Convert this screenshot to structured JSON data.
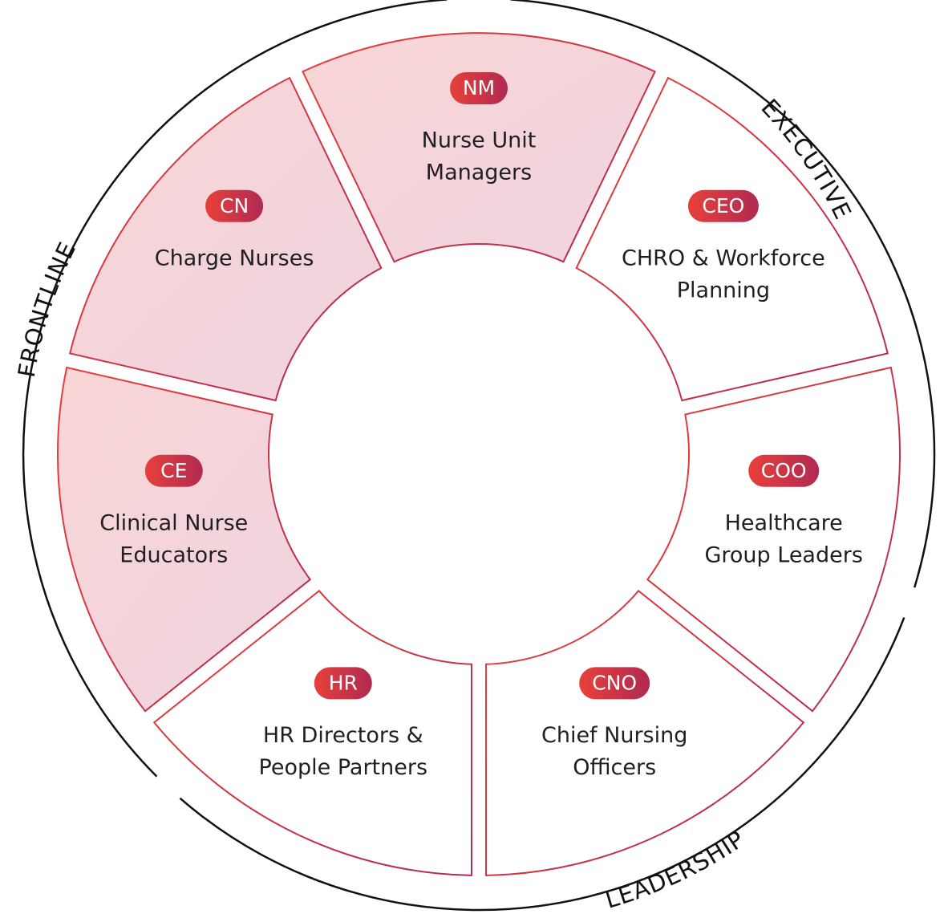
{
  "segments": [
    {
      "id": "nm",
      "abbr": "NM",
      "label_lines": [
        "Nurse Unit",
        "Managers"
      ],
      "highlight": true
    },
    {
      "id": "ceo",
      "abbr": "CEO",
      "label_lines": [
        "CHRO & Workforce",
        "Planning"
      ],
      "highlight": false
    },
    {
      "id": "coo",
      "abbr": "COO",
      "label_lines": [
        "Healthcare",
        "Group Leaders"
      ],
      "highlight": false
    },
    {
      "id": "cno",
      "abbr": "CNO",
      "label_lines": [
        "Chief Nursing",
        "Officers"
      ],
      "highlight": false
    },
    {
      "id": "hr",
      "abbr": "HR",
      "label_lines": [
        "HR Directors &",
        "People Partners"
      ],
      "highlight": false
    },
    {
      "id": "ce",
      "abbr": "CE",
      "label_lines": [
        "Clinical Nurse",
        "Educators"
      ],
      "highlight": true
    },
    {
      "id": "cn",
      "abbr": "CN",
      "label_lines": [
        "Charge Nurses"
      ],
      "highlight": true
    }
  ],
  "groups": [
    {
      "id": "executive",
      "label": "EXECUTIVE"
    },
    {
      "id": "leadership",
      "label": "LEADERSHIP"
    },
    {
      "id": "frontline",
      "label": "FRONTLINE"
    }
  ],
  "colors": {
    "accent_start": "#e8403a",
    "accent_end": "#b02a52",
    "highlight_fill_start": "#f9d6d6",
    "highlight_fill_end": "#efd3df",
    "outer_ring": "#111111",
    "segment_text": "#1f1f24",
    "badge_text": "#ffffff"
  }
}
